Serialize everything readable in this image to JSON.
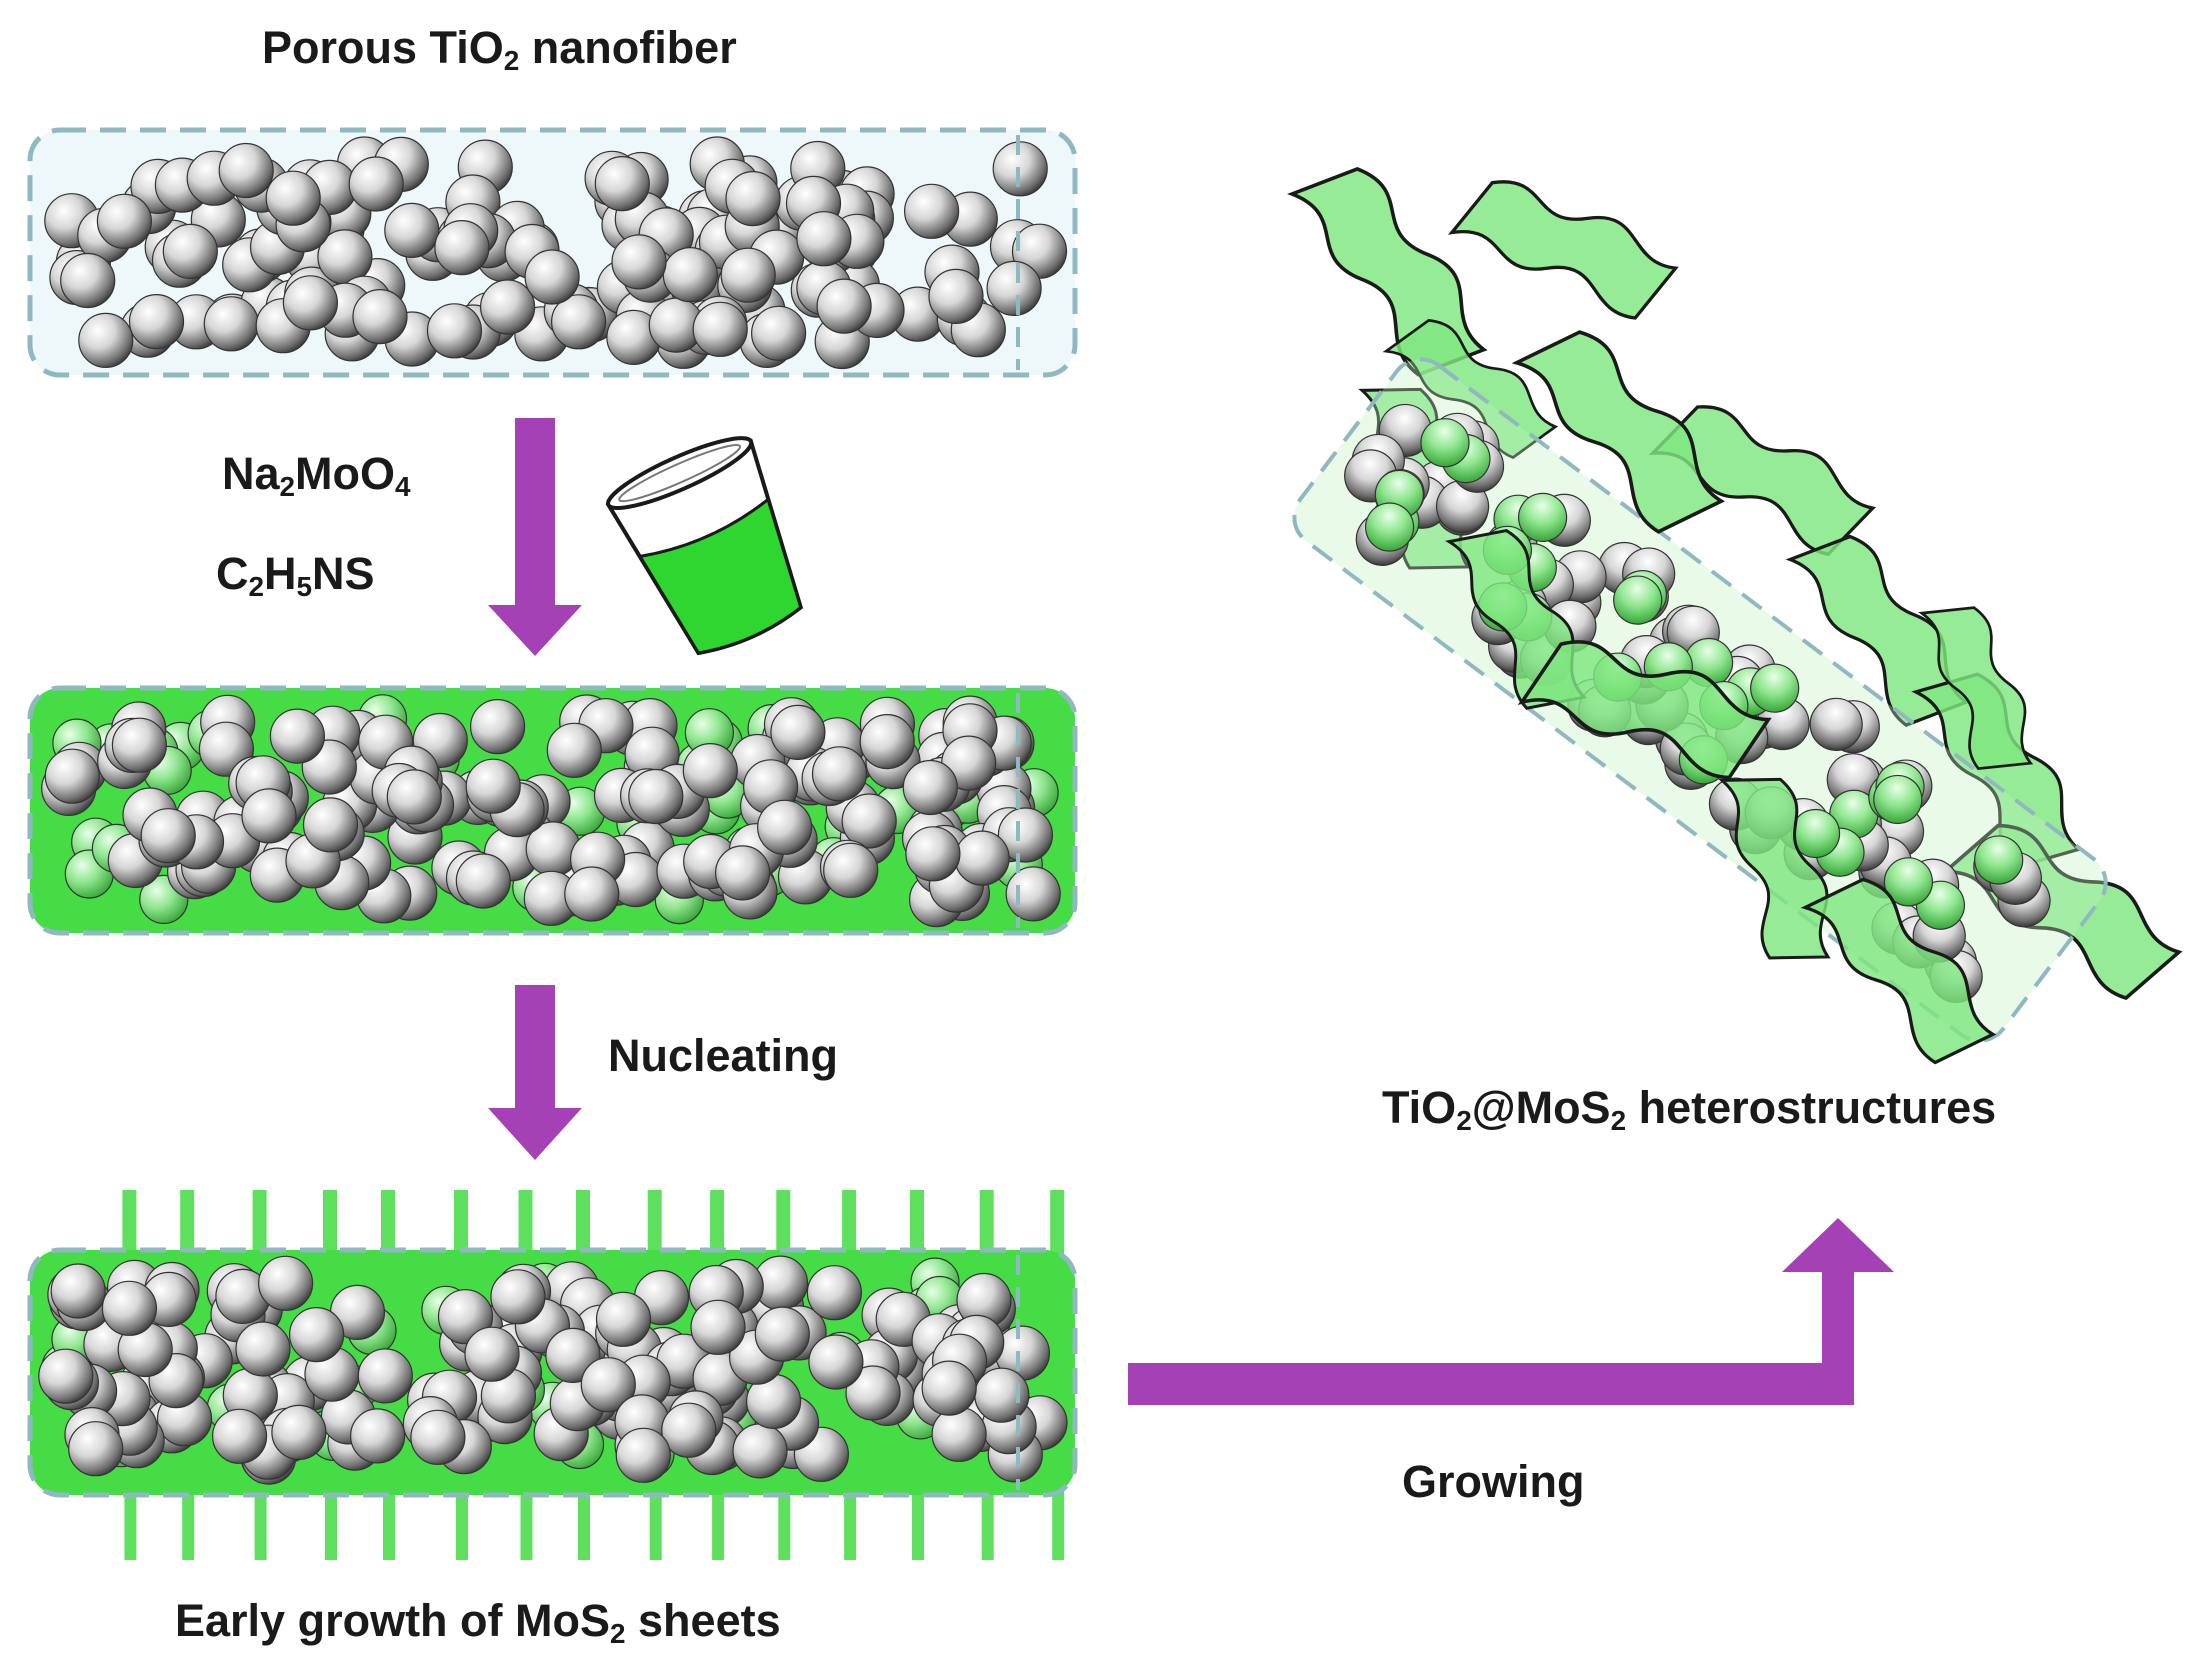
{
  "labels": {
    "porous_fiber": {
      "pre": "Porous TiO",
      "sub": "2",
      "post": " nanofiber"
    },
    "reagent1": {
      "a": "Na",
      "a_sub": "2",
      "b": "MoO",
      "b_sub": "4"
    },
    "reagent2": {
      "a": "C",
      "a_sub": "2",
      "b": "H",
      "b_sub": "5",
      "c": "NS"
    },
    "nucleating": "Nucleating",
    "growing": "Growing",
    "early_growth": {
      "pre": "Early growth of MoS",
      "sub": "2",
      "post": " sheets"
    },
    "heterostructure": {
      "a": "TiO",
      "a_sub": "2",
      "b": "@MoS",
      "b_sub": "2",
      "c": " heterostructures"
    }
  },
  "colors": {
    "arrow": "#a441b4",
    "sphere_light": "#ffffff",
    "sphere_dark": "#3e3e3e",
    "mos2_green": "#33e033",
    "sheet_fill": "#8ee88e",
    "fiber_outline": "#8fb8c0",
    "text": "#1a1a1a"
  },
  "icons": [
    "beaker-icon"
  ]
}
